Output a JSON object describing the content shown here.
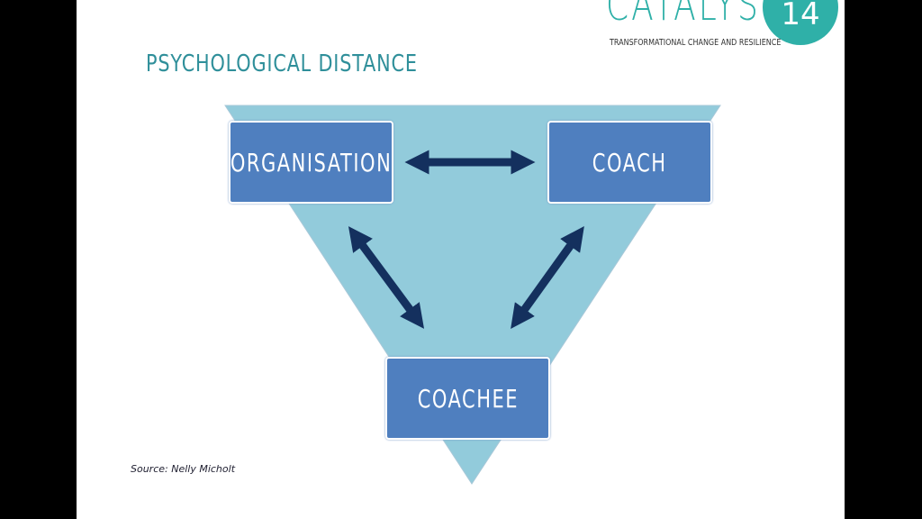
{
  "title": "PSYCHOLOGICAL DISTANCE",
  "logo": {
    "word": "CATALYST",
    "number": "14",
    "tagline": "TRANSFORMATIONAL CHANGE AND RESILIENCE"
  },
  "boxes": {
    "organisation": "ORGANISATION",
    "coach": "COACH",
    "coachee": "COACHEE"
  },
  "source": "Source: Nelly Micholt",
  "colors": {
    "triangle": "#92cbdb",
    "box": "#4f7fbf",
    "arrow": "#14305e",
    "accent": "#2fb0a8"
  }
}
